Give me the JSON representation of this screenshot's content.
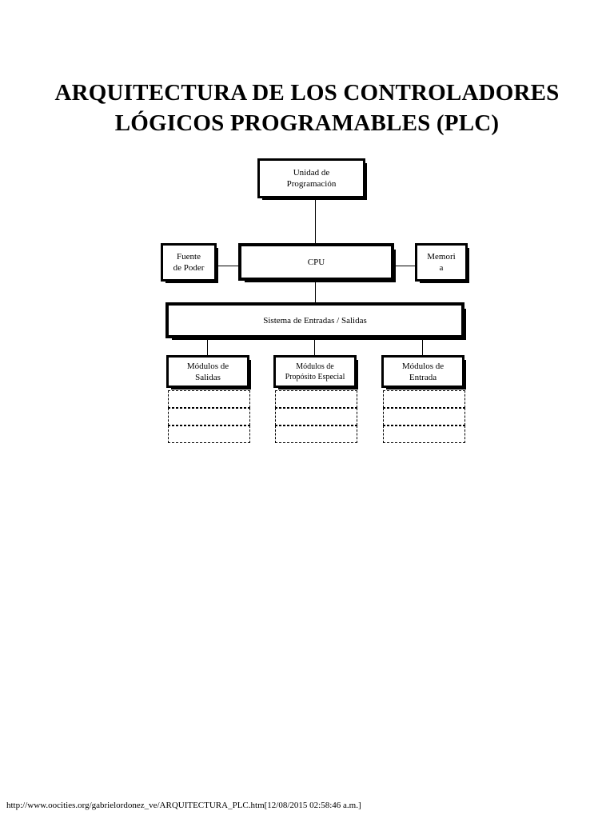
{
  "page": {
    "background": "#ffffff",
    "ink": "#000000"
  },
  "title": {
    "line1": "ARQUITECTURA DE LOS CONTROLADORES",
    "line2": "LÓGICOS PROGRAMABLES (PLC)"
  },
  "diagram": {
    "type": "block-diagram",
    "nodes": {
      "programming_unit": "Unidad de\nProgramación",
      "programming_unit_line1": "Unidad de",
      "programming_unit_line2": "Programación",
      "power_supply_line1": "Fuente",
      "power_supply_line2": "de Poder",
      "cpu": "CPU",
      "memory_line1": "Memori",
      "memory_line2": "a",
      "io_system": "Sistema de Entradas / Salidas",
      "output_modules_line1": "Módulos de",
      "output_modules_line2": "Salidas",
      "special_modules_line1": "Módulos de",
      "special_modules_line2": "Propósito Especial",
      "input_modules_line1": "Módulos de",
      "input_modules_line2": "Entrada"
    },
    "slots": {
      "count_per_group": 3,
      "style": "dashed-empty"
    },
    "connections": [
      "programming_unit -> cpu",
      "power_supply -> cpu",
      "cpu -> memory",
      "cpu -> io_system",
      "io_system -> output_modules",
      "io_system -> special_modules",
      "io_system -> input_modules"
    ]
  },
  "footer": {
    "text": "http://www.oocities.org/gabrielordonez_ve/ARQUITECTURA_PLC.htm[12/08/2015 02:58:46 a.m.]"
  }
}
